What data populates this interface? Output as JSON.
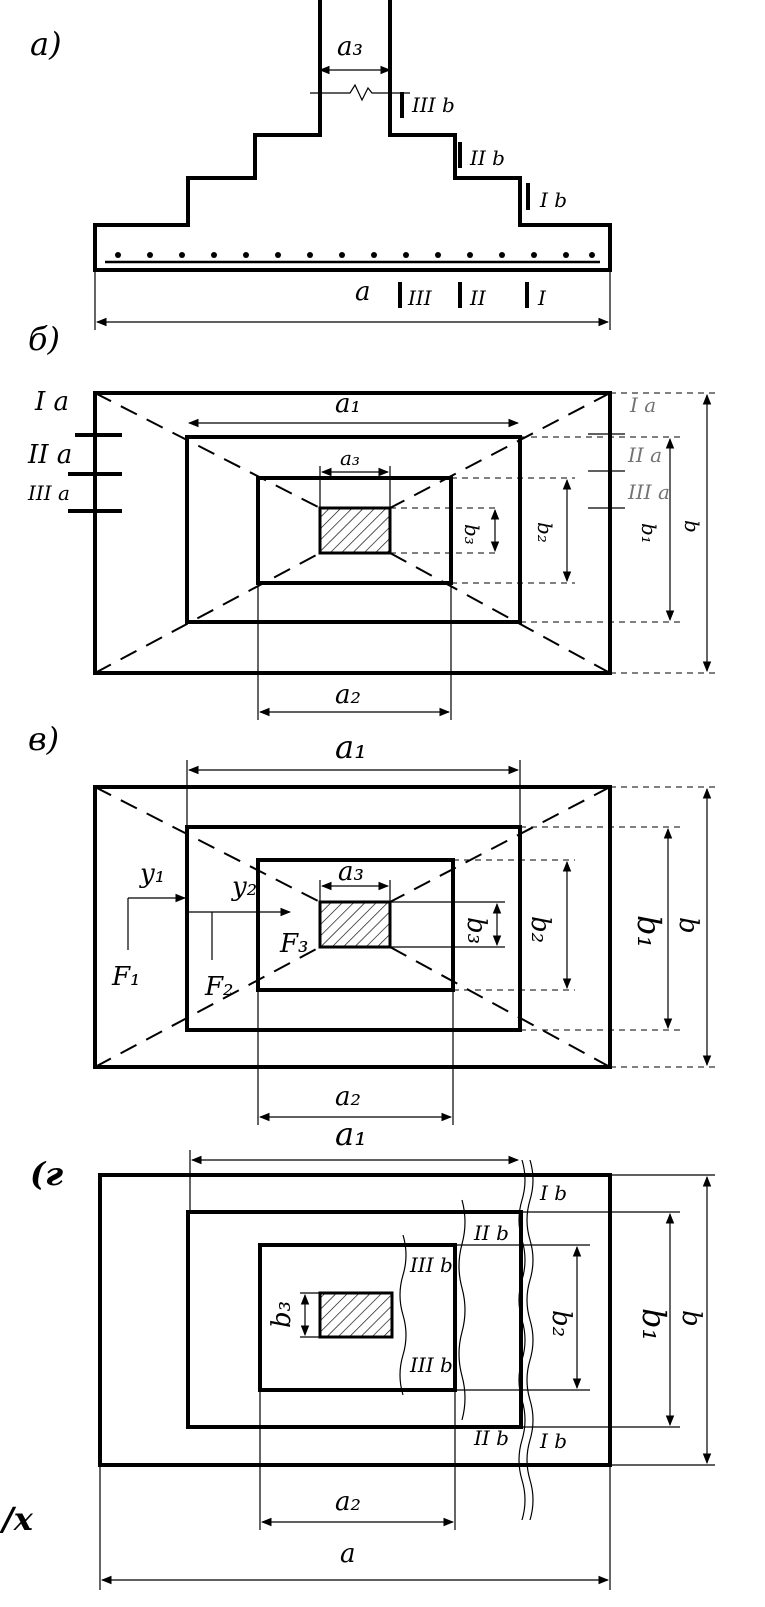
{
  "views": [
    {
      "label": "a)"
    },
    {
      "label": "б)"
    },
    {
      "label": "в)"
    },
    {
      "label": "(г"
    }
  ],
  "footer_mark": "/х",
  "dimensions": {
    "a": "a",
    "a1": "a₁",
    "a2": "a₂",
    "a3": "a₃",
    "b": "b",
    "b1": "b₁",
    "b2": "b₂",
    "b3": "b₃"
  },
  "sections": {
    "Ia": "I a",
    "IIa": "II a",
    "IIIa": "III a",
    "Ib": "I b",
    "IIb": "II b",
    "IIIb": "III b",
    "I": "I",
    "II": "II",
    "III": "III"
  },
  "loads": {
    "F1": "F₁",
    "F2": "F₂",
    "F3": "F₃",
    "y1": "y₁",
    "y2": "y₂"
  }
}
